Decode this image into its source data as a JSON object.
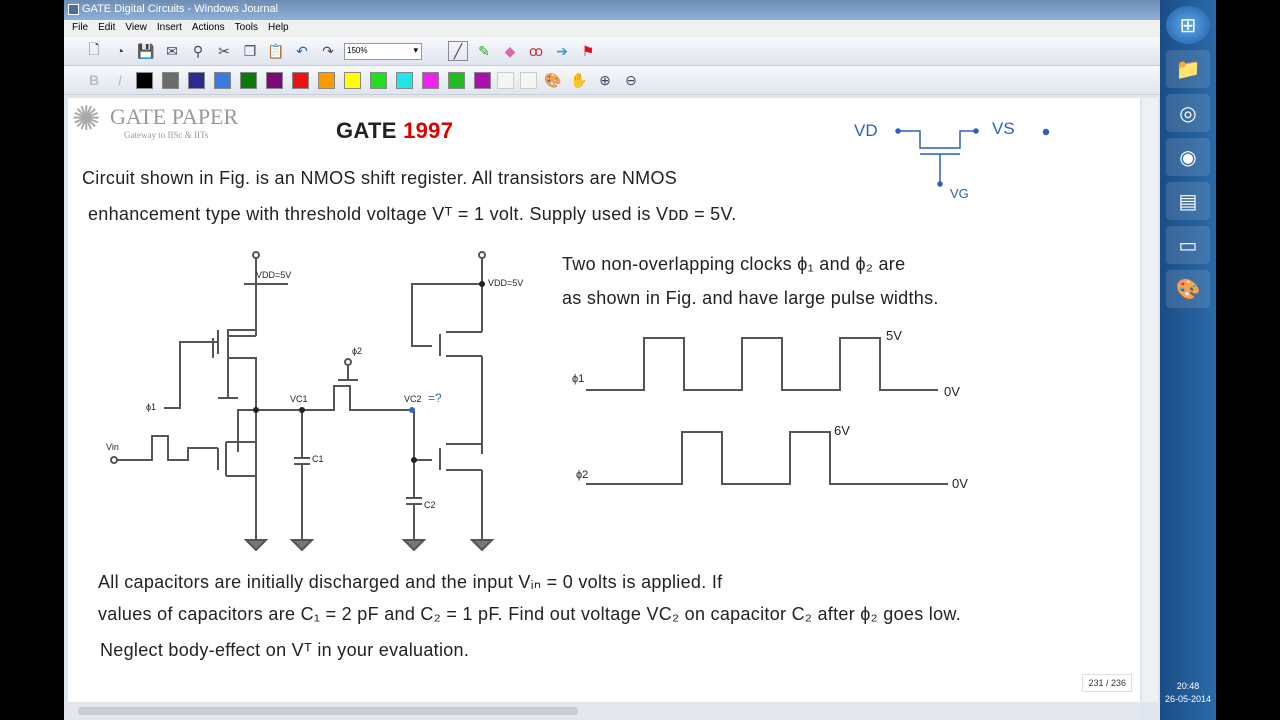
{
  "window": {
    "title": "GATE Digital Circuits - Windows Journal"
  },
  "menu": [
    "File",
    "Edit",
    "View",
    "Insert",
    "Actions",
    "Tools",
    "Help"
  ],
  "toolbar": {
    "zoom": "150%",
    "pen_colors": [
      "#000000",
      "#6b6b6b",
      "#2b2b8f",
      "#3b7be0",
      "#0a7a0a",
      "#7a0a7a",
      "#ee1111",
      "#ff9900",
      "#ffff00",
      "#22dd22",
      "#22e5e5",
      "#ee22ee",
      "#22bb22",
      "#aa11aa"
    ]
  },
  "page": {
    "logo": {
      "name": "GATE PAPER",
      "tagline": "Gateway to IISc & IITs"
    },
    "heading": "GATE",
    "year": "1997",
    "year_color": "#dd0000",
    "para1_line1": "Circuit shown in Fig. is an NMOS shift register. All transistors are NMOS",
    "para1_line2": "enhancement type with threshold voltage Vᵀ = 1 volt. Supply used is Vᴅᴅ = 5V.",
    "clocks_line1": "Two non-overlapping clocks ϕ₁ and ϕ₂ are",
    "clocks_line2": "as shown in Fig. and have large pulse widths.",
    "para2_line1": "All capacitors are initially discharged and the input  Vᵢₙ = 0 volts is applied.  If",
    "para2_line2": "values of capacitors are  C₁ = 2 pF and C₂ = 1 pF. Find out voltage VC₂  on capacitor C₂ after ϕ₂ goes low.",
    "para3": "Neglect body-effect on Vᵀ in your evaluation.",
    "circuit": {
      "vdd1": "VDD=5V",
      "vdd2": "VDD=5V",
      "phi1": "ϕ1",
      "phi2": "ϕ2",
      "vin": "Vin",
      "vc1": "VC1",
      "vc2": "VC2",
      "c1": "C1",
      "c2": "C2",
      "annot": "=?"
    },
    "waveform": {
      "phi1": "ϕ1",
      "phi2": "ϕ2",
      "phi1_high": "5V",
      "phi1_low": "0V",
      "phi2_high": "6V",
      "phi2_low": "0V"
    },
    "sketch": {
      "vd": "VD",
      "vs": "VS",
      "vg": "VG"
    },
    "page_count": "231 / 236"
  },
  "taskbar": {
    "time": "20:48",
    "date": "26-05-2014"
  }
}
